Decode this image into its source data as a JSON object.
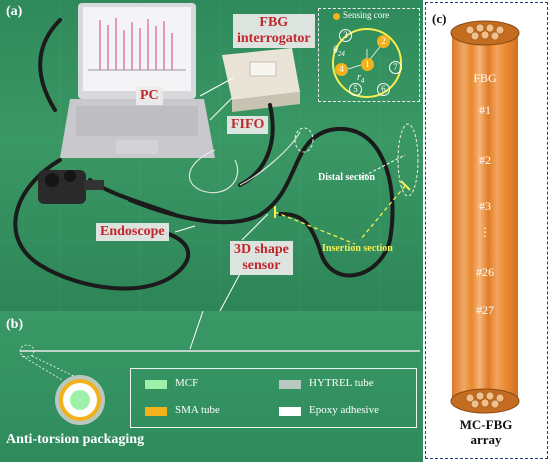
{
  "panels": {
    "a": "(a)",
    "b": "(b)",
    "c": "(c)"
  },
  "labels": {
    "pc": "PC",
    "fbg_interrogator": "FBG\ninterrogator",
    "fifo": "FIFO",
    "endoscope": "Endoscope",
    "shape_sensor": "3D shape\nsensor",
    "distal_section": "Distal section",
    "insertion_section": "Insertion section"
  },
  "core_inset": {
    "legend": "Sensing core",
    "cores": [
      "1",
      "2",
      "3",
      "4",
      "5",
      "6",
      "7"
    ],
    "theta": "θ",
    "theta_sub": "24",
    "r": "r",
    "r_sub": "4"
  },
  "legend": {
    "items": [
      {
        "label": "MCF",
        "color": "#9ff0a8"
      },
      {
        "label": "HYTREL tube",
        "color": "#b9c9c2"
      },
      {
        "label": "SMA tube",
        "color": "#f2b21c"
      },
      {
        "label": "Epoxy adhesive",
        "color": "#ffffff"
      }
    ]
  },
  "anti_torsion": "Anti-torsion packaging",
  "array": {
    "fbg_label": "FBG",
    "gratings": [
      "#1",
      "#2",
      "#3",
      "⋮",
      "#26",
      "#27"
    ],
    "title": "MC-FBG\narray"
  },
  "colors": {
    "label_red": "#c0262b",
    "label_yellow": "#f6ef52",
    "fiber_orange": "#e8892e",
    "frame_blue": "#1f3f7a"
  }
}
